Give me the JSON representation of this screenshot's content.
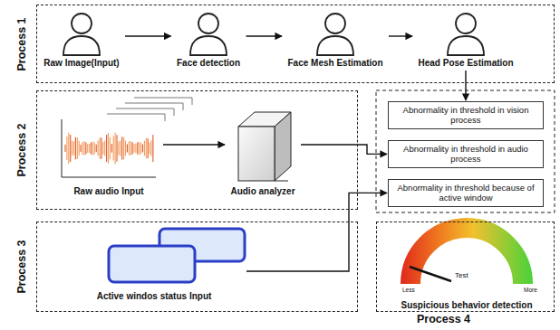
{
  "diagram": {
    "nodes": [
      {
        "text": [
          "Process 1"
        ]
      },
      {
        "text": [
          "Raw Image(Input)"
        ],
        "in": 0
      },
      {
        "text": [
          "Face detection"
        ],
        "in": 0
      },
      {
        "text": [
          "Face Mesh Estimation"
        ],
        "in": 0
      },
      {
        "text": [
          "Head Pose Estimation"
        ],
        "in": 0
      },
      {
        "text": [
          "Process 2"
        ]
      },
      {
        "text": [
          "Raw audio Input"
        ],
        "in": 5
      },
      {
        "text": [
          "Audio analyzer"
        ],
        "in": 5
      },
      {
        "text": [
          "Abnormality in threshold in vision process"
        ]
      },
      {
        "text": [
          "Abnormality in threshold in audio process"
        ]
      },
      {
        "text": [
          "Abnormality in threshold because of active window"
        ]
      },
      {
        "text": [
          "Process 3"
        ]
      },
      {
        "text": [
          "Active windos status Input"
        ],
        "in": 11
      },
      {
        "text": [
          "Process 4"
        ]
      },
      {
        "text": [
          "Suspicious behavior detection"
        ],
        "in": 13
      }
    ],
    "edges": [
      {
        "from": 1,
        "to": 2,
        "arrow": "to"
      },
      {
        "from": 2,
        "to": 3,
        "arrow": "to"
      },
      {
        "from": 3,
        "to": 4,
        "arrow": "to"
      },
      {
        "from": 4,
        "to": 8,
        "arrow": "to"
      },
      {
        "from": 6,
        "to": 7,
        "arrow": "to"
      },
      {
        "from": 7,
        "to": 9,
        "arrow": "to"
      },
      {
        "from": 12,
        "to": 10,
        "arrow": "to"
      }
    ],
    "labels": [
      "Less",
      "More",
      "Test"
    ]
  }
}
